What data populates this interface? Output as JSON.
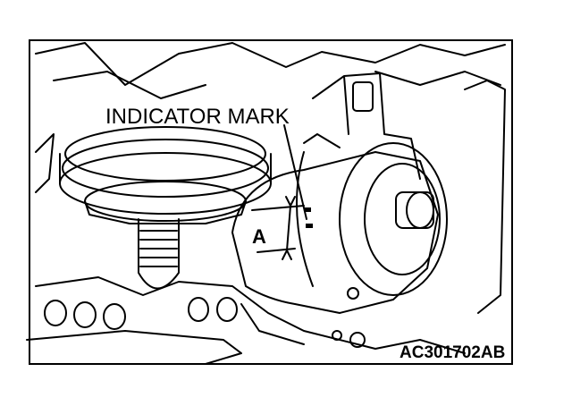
{
  "figure": {
    "callout_label": "INDICATOR MARK",
    "dimension_label": "A",
    "figure_code": "AC301702AB"
  }
}
